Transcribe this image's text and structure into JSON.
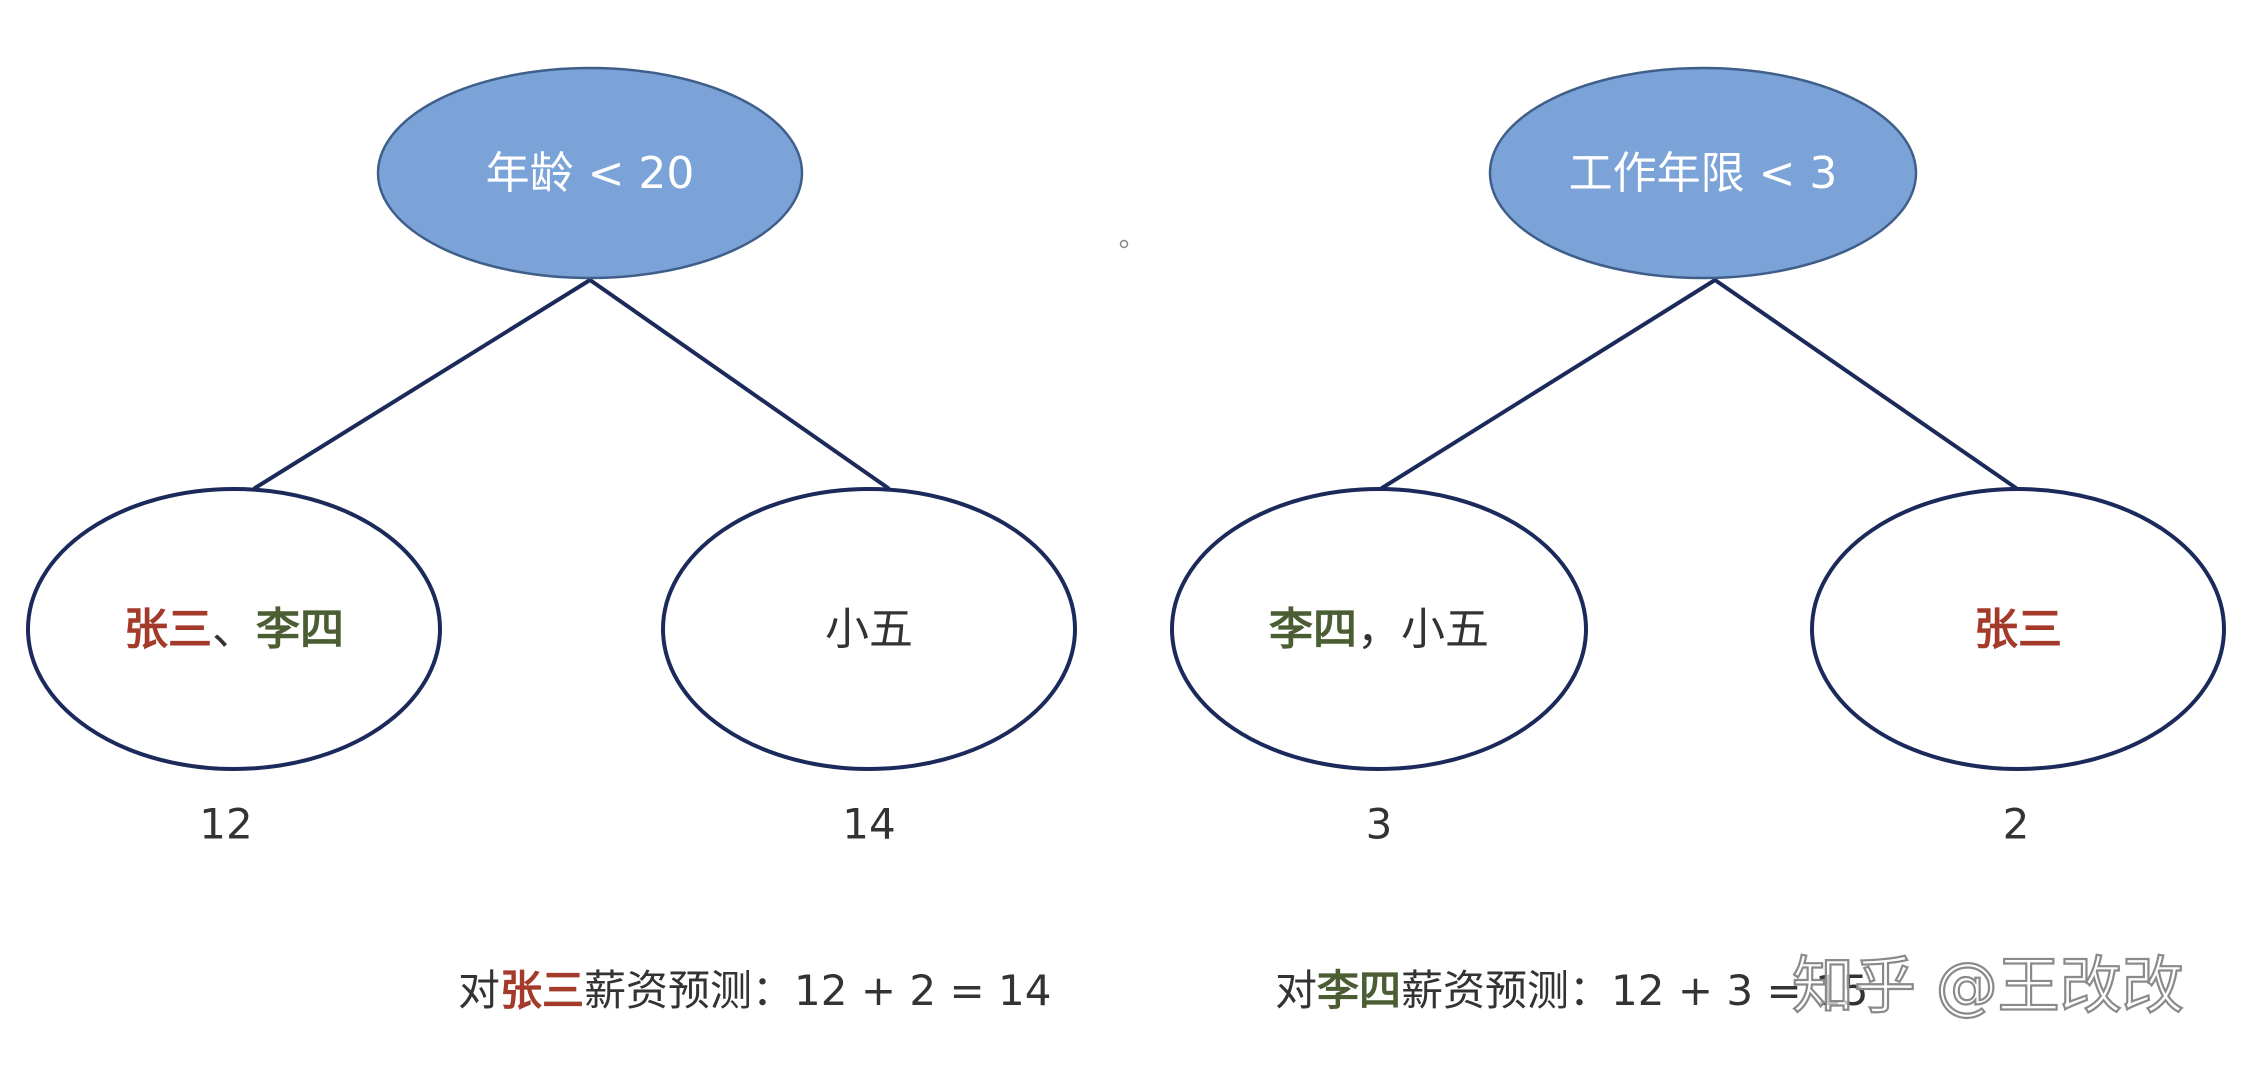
{
  "colors": {
    "root_fill": "#7ba3d7",
    "zhang_san": "#a33a2a",
    "li_si": "#4b5e33",
    "text": "#333333",
    "edge": "#1b2a5a"
  },
  "trees": [
    {
      "root": {
        "label": "年龄 < 20"
      },
      "left_leaf": {
        "parts": [
          {
            "text": "张三",
            "color": "#a33a2a",
            "bold": true
          },
          {
            "text": "、",
            "color": "#333333",
            "bold": false
          },
          {
            "text": "李四",
            "color": "#4b5e33",
            "bold": true
          }
        ],
        "value": "12"
      },
      "right_leaf": {
        "parts": [
          {
            "text": "小五",
            "color": "#333333",
            "bold": false
          }
        ],
        "value": "14"
      }
    },
    {
      "root": {
        "label": "工作年限 < 3"
      },
      "left_leaf": {
        "parts": [
          {
            "text": "李四",
            "color": "#4b5e33",
            "bold": true
          },
          {
            "text": "，小五",
            "color": "#333333",
            "bold": false
          }
        ],
        "value": "3"
      },
      "right_leaf": {
        "parts": [
          {
            "text": "张三",
            "color": "#a33a2a",
            "bold": true
          }
        ],
        "value": "2"
      }
    }
  ],
  "captions": [
    {
      "parts": [
        {
          "text": "对",
          "color": "#333333",
          "bold": false
        },
        {
          "text": "张三",
          "color": "#a33a2a",
          "bold": true
        },
        {
          "text": "薪资预测：12 + 2 = 14",
          "color": "#333333",
          "bold": false
        }
      ]
    },
    {
      "parts": [
        {
          "text": "对",
          "color": "#333333",
          "bold": false
        },
        {
          "text": "李四",
          "color": "#4b5e33",
          "bold": true
        },
        {
          "text": "薪资预测：12 + 3 = 15",
          "color": "#333333",
          "bold": false
        }
      ]
    }
  ],
  "watermark": "知乎 @王改改"
}
